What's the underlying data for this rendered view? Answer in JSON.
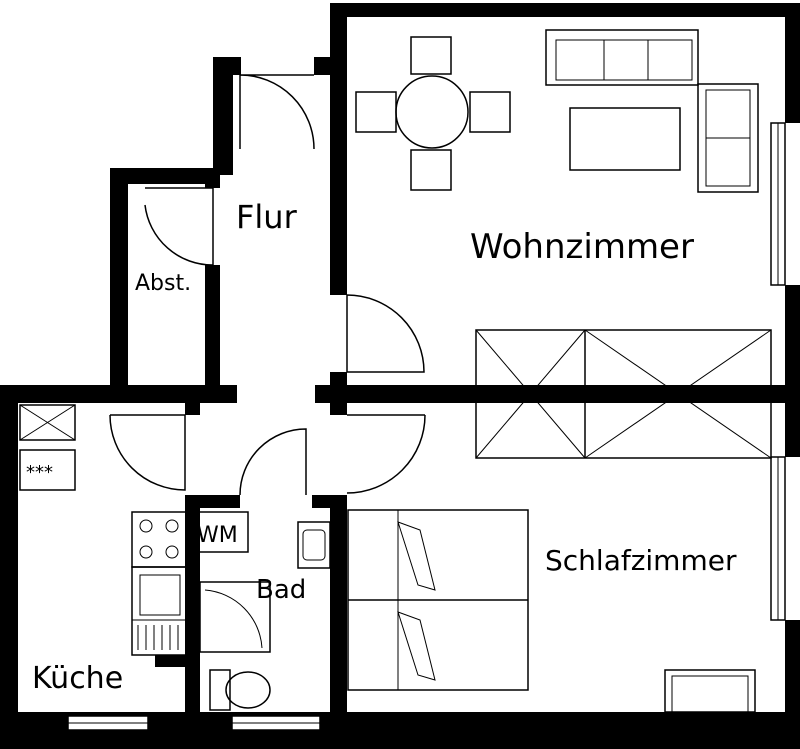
{
  "rooms": {
    "flur": "Flur",
    "abst": "Abst.",
    "wohnzimmer": "Wohnzimmer",
    "schlafzimmer": "Schlafzimmer",
    "kueche": "Küche",
    "bad": "Bad"
  },
  "fixtures": {
    "washing_machine": "WM",
    "stove_marker": "***"
  },
  "colors": {
    "wall": "#000000",
    "background": "#ffffff"
  }
}
